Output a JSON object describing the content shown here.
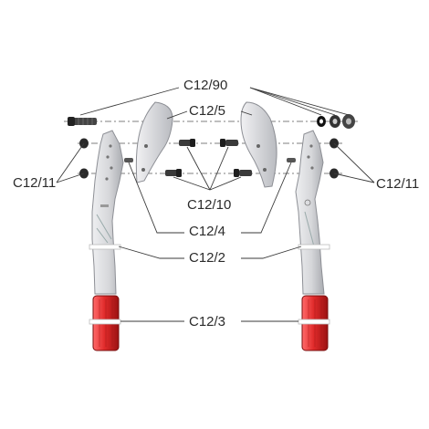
{
  "labels": {
    "c12_90": "C12/90",
    "c12_5": "C12/5",
    "c12_11_left": "C12/11",
    "c12_11_right": "C12/11",
    "c12_10": "C12/10",
    "c12_4": "C12/4",
    "c12_2": "C12/2",
    "c12_3": "C12/3"
  },
  "colors": {
    "line": "#3a3a3a",
    "metal": "#d4d5d8",
    "metal_dark": "#9a9ca2",
    "grip": "#d92a2a",
    "grip_dark": "#8e1414",
    "bolt": "#2a2a2a"
  }
}
